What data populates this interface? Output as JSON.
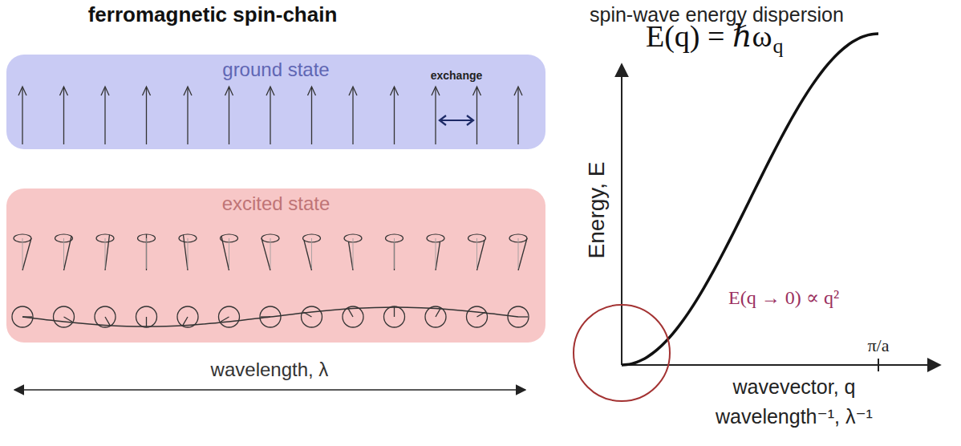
{
  "diagram": {
    "title": "ferromagnetic spin-chain",
    "nodes": [
      {
        "text": [
          "ground state"
        ]
      },
      {
        "text": [
          "excited state"
        ]
      }
    ],
    "labels": [
      "exchange",
      "wavelength, λ",
      "spin-wave energy dispersion",
      "E(q) = ℏω",
      "q",
      "Energy, E",
      "E(q → 0) ∝ q²",
      "π/a",
      "wavevector, q",
      "wavelength⁻¹, λ⁻¹"
    ]
  }
}
